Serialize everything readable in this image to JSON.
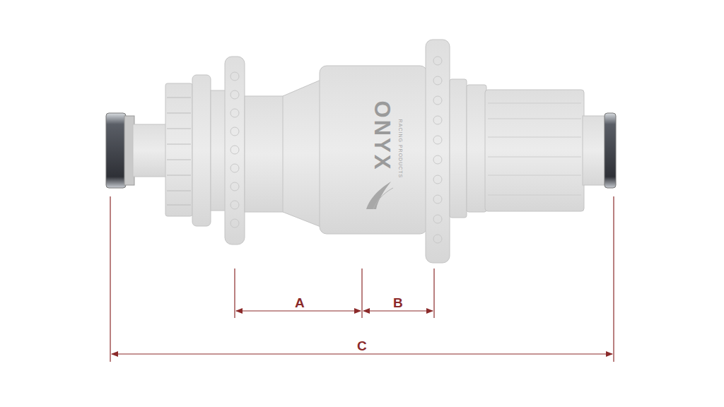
{
  "diagram": {
    "labels": [
      "ONYX",
      "RACING PRODUCTS",
      "A",
      "B",
      "C"
    ]
  }
}
